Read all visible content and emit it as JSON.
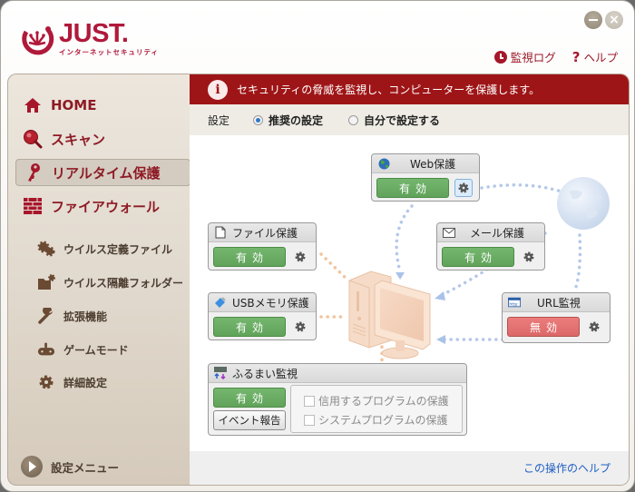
{
  "app": {
    "brand": "JUST.",
    "subtitle": "インターネットセキュリティ"
  },
  "window_controls": {
    "minimize": "minimize",
    "close": "×"
  },
  "header": {
    "links": [
      {
        "label": "監視ログ",
        "icon": "clock-icon"
      },
      {
        "label": "ヘルプ",
        "icon": "question-icon"
      }
    ]
  },
  "sidebar": {
    "main_items": [
      {
        "label": "HOME",
        "icon": "home-icon",
        "active": false
      },
      {
        "label": "スキャン",
        "icon": "magnifier-icon",
        "active": false
      },
      {
        "label": "リアルタイム保護",
        "icon": "key-icon",
        "active": true
      },
      {
        "label": "ファイアウォール",
        "icon": "brick-wall-icon",
        "active": false
      }
    ],
    "sub_items": [
      {
        "label": "ウイルス定義ファイル",
        "icon": "gears-icon"
      },
      {
        "label": "ウイルス隔離フォルダー",
        "icon": "quarantine-folder-icon"
      },
      {
        "label": "拡張機能",
        "icon": "wrench-icon"
      },
      {
        "label": "ゲームモード",
        "icon": "gamepad-icon"
      },
      {
        "label": "詳細設定",
        "icon": "gear-icon"
      }
    ],
    "settings_menu": "設定メニュー"
  },
  "content": {
    "banner": "セキュリティの脅威を監視し、コンピューターを保護します。",
    "settings_label": "設定",
    "options": [
      {
        "label": "推奨の設定",
        "selected": true
      },
      {
        "label": "自分で設定する",
        "selected": false
      }
    ],
    "panels": {
      "web": {
        "title": "Web保護",
        "state": "有効",
        "enabled": true
      },
      "file": {
        "title": "ファイル保護",
        "state": "有効",
        "enabled": true
      },
      "mail": {
        "title": "メール保護",
        "state": "有効",
        "enabled": true
      },
      "usb": {
        "title": "USBメモリ保護",
        "state": "有効",
        "enabled": true
      },
      "url": {
        "title": "URL監視",
        "state": "無効",
        "enabled": false
      },
      "behavior": {
        "title": "ふるまい監視",
        "state": "有効",
        "event_button": "イベント報告",
        "checkboxes": [
          {
            "label": "信用するプログラムの保護",
            "checked": false
          },
          {
            "label": "システムプログラムの保護",
            "checked": false
          }
        ]
      }
    },
    "footer_help": "この操作のヘルプ"
  },
  "colors": {
    "brand_red": "#b0193a",
    "banner_red": "#9e1517",
    "enabled_green": "#69ab63",
    "disabled_red": "#e47272",
    "link_blue": "#1f5fc4"
  }
}
